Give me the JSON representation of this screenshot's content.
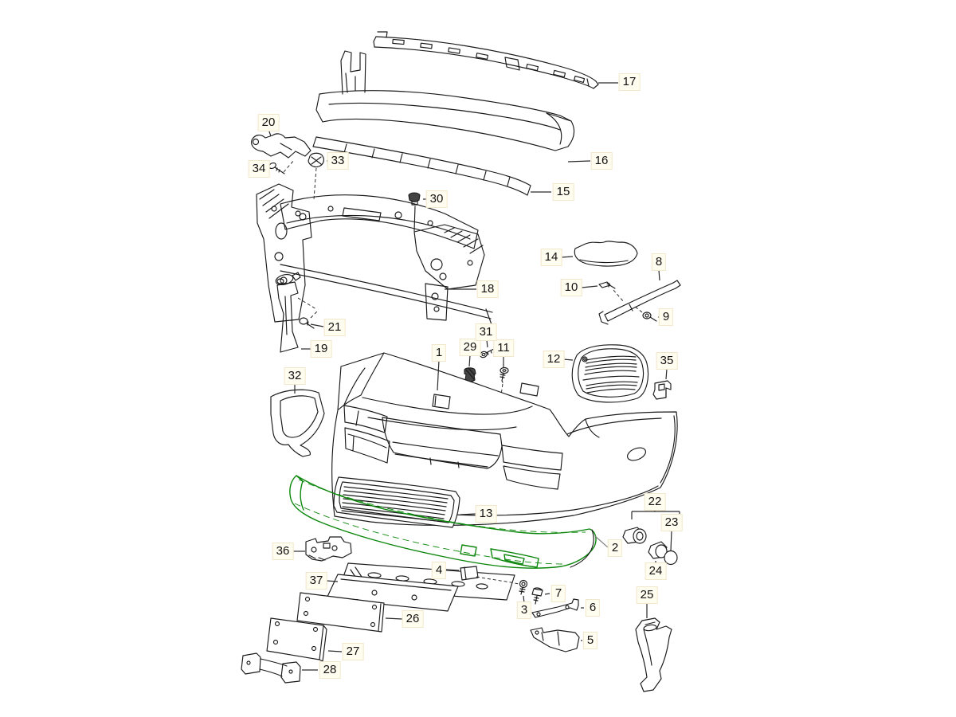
{
  "diagram": {
    "type": "exploded-parts-diagram",
    "highlighted_part": "2",
    "colors": {
      "line": "#1a1a1a",
      "highlight": "#0c870c",
      "leader": "#2b2b2b",
      "label_background": "#fffdf0",
      "label_border": "#f1e7cb",
      "label_text": "#111111",
      "background": "#ffffff"
    },
    "parts": [
      {
        "label": "1"
      },
      {
        "label": "2"
      },
      {
        "label": "3"
      },
      {
        "label": "4"
      },
      {
        "label": "5"
      },
      {
        "label": "6"
      },
      {
        "label": "7"
      },
      {
        "label": "8"
      },
      {
        "label": "9"
      },
      {
        "label": "10"
      },
      {
        "label": "11"
      },
      {
        "label": "12"
      },
      {
        "label": "13"
      },
      {
        "label": "14"
      },
      {
        "label": "15"
      },
      {
        "label": "16"
      },
      {
        "label": "17"
      },
      {
        "label": "18"
      },
      {
        "label": "19"
      },
      {
        "label": "20"
      },
      {
        "label": "21"
      },
      {
        "label": "22"
      },
      {
        "label": "23"
      },
      {
        "label": "24"
      },
      {
        "label": "25"
      },
      {
        "label": "26"
      },
      {
        "label": "27"
      },
      {
        "label": "28"
      },
      {
        "label": "29"
      },
      {
        "label": "30"
      },
      {
        "label": "31"
      },
      {
        "label": "32"
      },
      {
        "label": "33"
      },
      {
        "label": "34"
      },
      {
        "label": "35"
      },
      {
        "label": "36"
      },
      {
        "label": "37"
      }
    ]
  }
}
